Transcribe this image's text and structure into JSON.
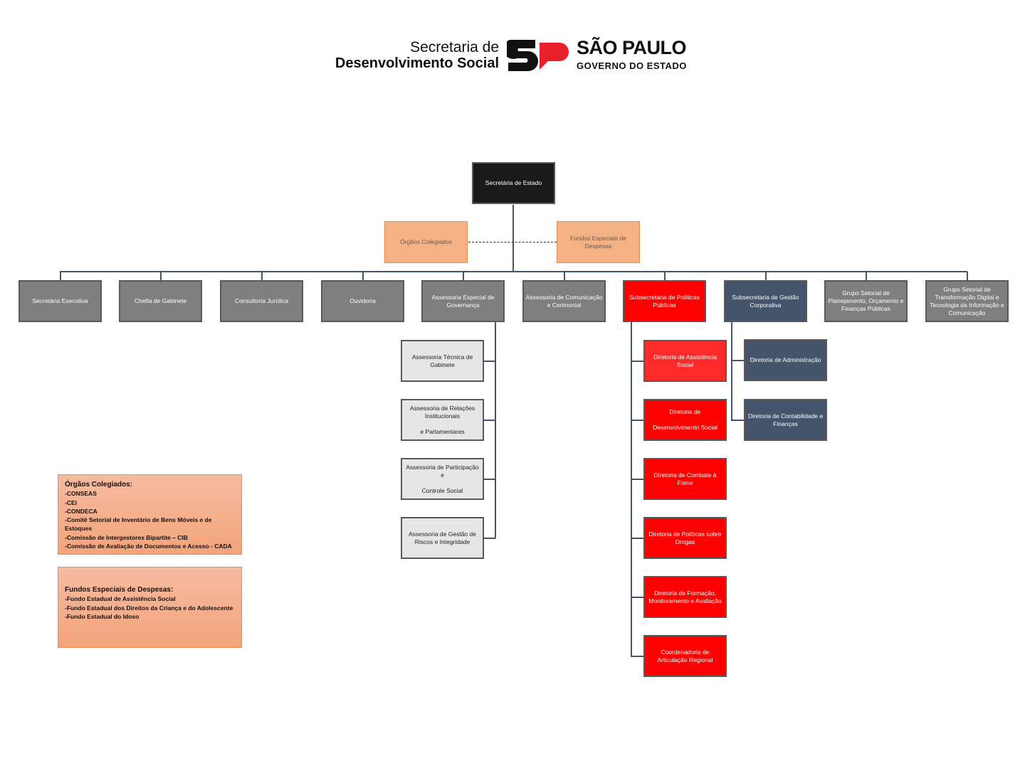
{
  "header": {
    "logo_line1": "Secretaria de",
    "logo_line2": "Desenvolvimento Social",
    "state_name": "SÃO PAULO",
    "state_sub": "GOVERNO DO ESTADO"
  },
  "colors": {
    "red": "#ff0000",
    "blue": "#44546a",
    "gray": "#7f7f7f",
    "orange": "#f4b183",
    "light": "#e7e6e6"
  },
  "top": {
    "label": "Secretária de Estado"
  },
  "side": [
    {
      "label": "Órgãos Colegiados"
    },
    {
      "label": "Fundos Especiais de\nDespesas"
    }
  ],
  "level1": [
    {
      "label": "Secretária Executiva",
      "style": "gray"
    },
    {
      "label": "Chefia de Gabinete",
      "style": "gray"
    },
    {
      "label": "Consultoria Jurídica",
      "style": "gray"
    },
    {
      "label": "Ouvidoria",
      "style": "gray"
    },
    {
      "label": "Assessoria Especial de\nGovernança",
      "style": "gray"
    },
    {
      "label": "Assessoria de Comunicação\ne Cerimonial",
      "style": "gray"
    },
    {
      "label": "Subsecretaria de Políticas\nPúblicas",
      "style": "red"
    },
    {
      "label": "Subsecretaria de Gestão\nCorporativa",
      "style": "blue"
    },
    {
      "label": "Grupo Setorial de\nPlanejamento, Orçamento e\nFinanças Públicas",
      "style": "gray"
    },
    {
      "label": "Grupo Setorial de\nTransformação Digital e\nTecnologia da Informação e\nComunicação",
      "style": "gray"
    }
  ],
  "governanca_children": [
    {
      "label": "Assessoria Técnica de\nGabinete"
    },
    {
      "label": "Assessoria de Relações\nInstitucionais\n\ne Parlamentares"
    },
    {
      "label": "Assessoria de Participação e\n\nControle Social"
    },
    {
      "label": "Assessoria de Gestão de\nRiscos e Integridade"
    }
  ],
  "politicas_children": [
    {
      "label": "Diretoria de Assistência\nSocial"
    },
    {
      "label": "Diretoria de\n\nDesenvolvimento Social"
    },
    {
      "label": "Diretoria de Combate à\nFome"
    },
    {
      "label": "Diretoria de Políticas sobre\nDrogas"
    },
    {
      "label": "Diretoria de Formação,\nMonitoramento e Avaliação"
    },
    {
      "label": "Coordenadoria de\nArticulação Regional"
    }
  ],
  "gestao_children": [
    {
      "label": "Diretoria de Administração"
    },
    {
      "label": "Diretoria de Contabilidade e\nFinanças"
    }
  ],
  "legend_orgaos": {
    "title": "Órgãos Colegiados:",
    "items": [
      "-CONSEAS",
      "-CEI",
      "-CONDECA",
      "-Comitê Setorial de Inventário de Bens Móveis e de Estoques",
      "-Comissão de Intergestores Bipartite – CIB",
      "-Comissão de Avaliação de Documentos e Acesso - CADA"
    ]
  },
  "legend_fundos": {
    "title": "Fundos Especiais de Despesas:",
    "items": [
      "-Fundo Estadual de Assistência Social",
      "-Fundo Estadual dos Direitos da Criança e do Adolescente",
      "-Fundo Estadual do Idoso"
    ]
  }
}
